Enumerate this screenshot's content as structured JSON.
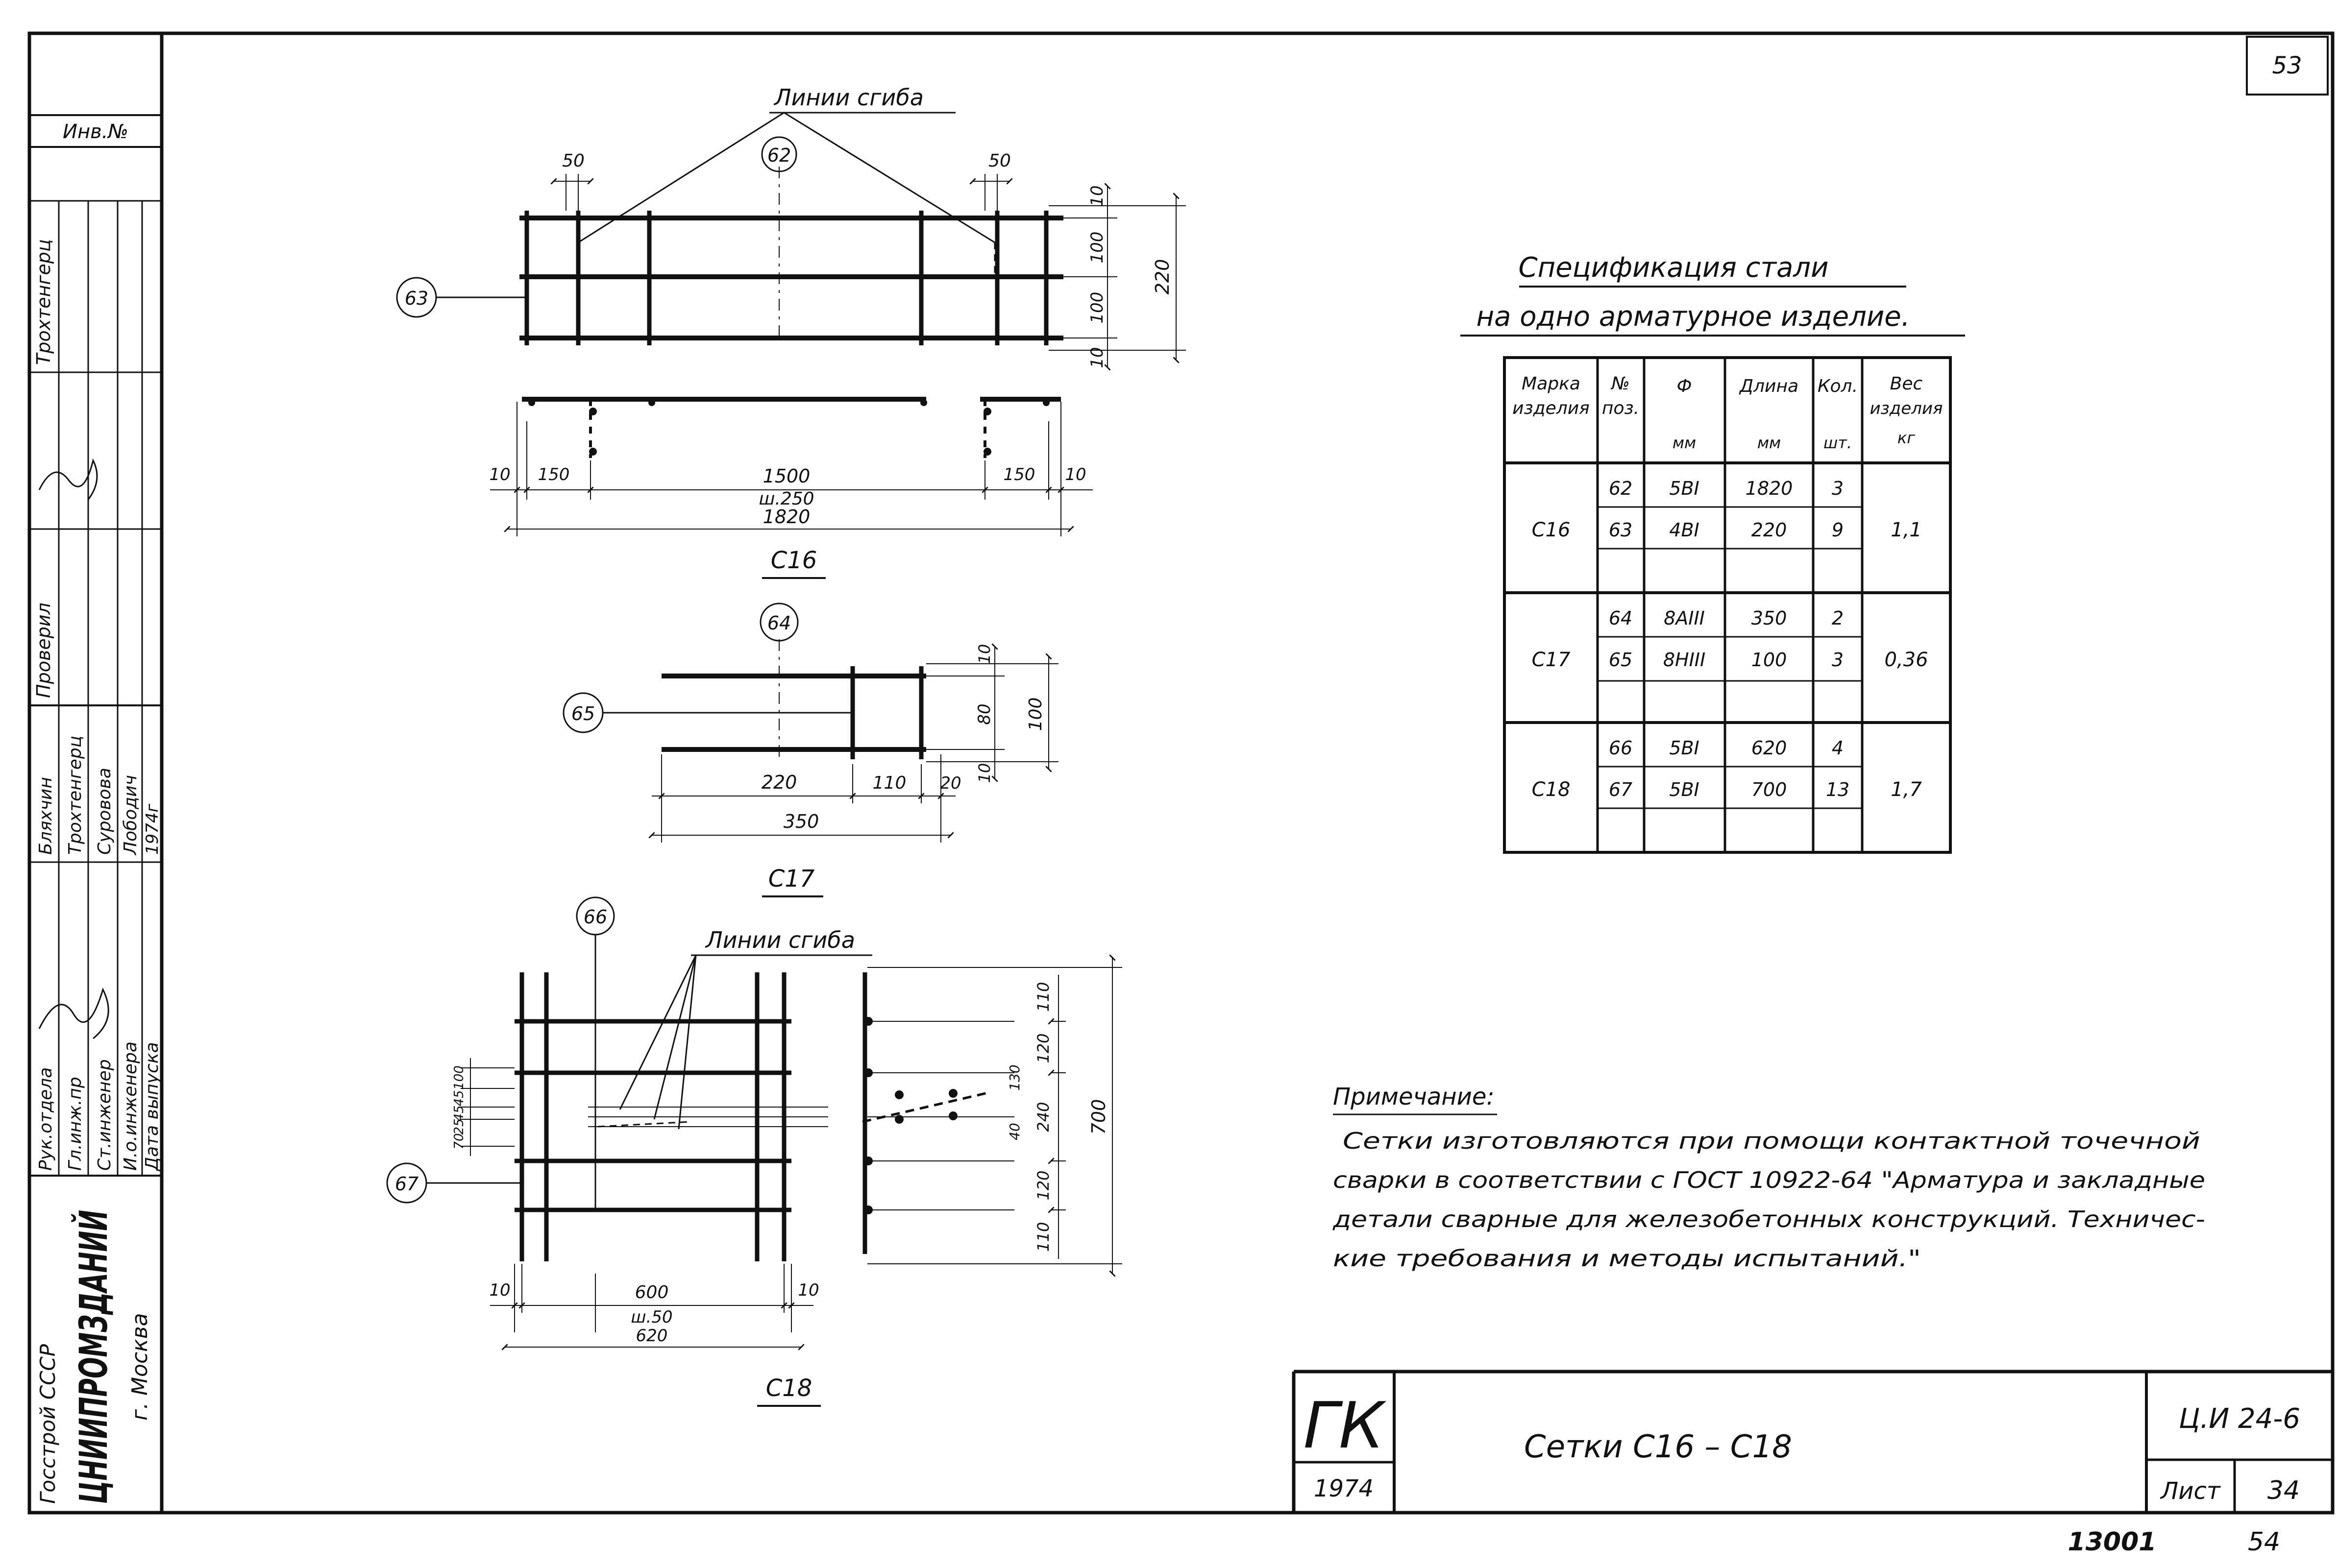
{
  "page_number": "53",
  "bottom_codes": {
    "left": "13001",
    "right": "54"
  },
  "side_stamp": {
    "inv_label": "Инв.№",
    "col_labels": [
      "Трохтенгерц",
      "Проверил"
    ],
    "roles": [
      "Рук.отдела",
      "Гл.инж.пр",
      "Ст.инженер",
      "И.о.инженера",
      "Дата выпуска"
    ],
    "names": [
      "Бляхчин",
      "Трохтенгерц",
      "Суровова",
      "Лободич"
    ],
    "date": "1974г",
    "org_line1": "Госстрой СССР",
    "org_line2": "ЦНИИПРОМЗДАНИЙ",
    "org_line3": "г. Москва"
  },
  "c16": {
    "title": "С16",
    "callout": "Линии сгиба",
    "pos_top": "62",
    "pos_left": "63",
    "dim_50_left": "50",
    "dim_50_right": "50",
    "dim_r_10a": "10",
    "dim_r_100a": "100",
    "dim_r_100b": "100",
    "dim_r_10b": "10",
    "dim_r_220": "220",
    "dim_b_10a": "10",
    "dim_b_150a": "150",
    "dim_b_1500": "1500",
    "dim_b_sh": "ш.250",
    "dim_b_150b": "150",
    "dim_b_10b": "10",
    "dim_b_1820": "1820"
  },
  "c17": {
    "title": "С17",
    "pos_top": "64",
    "pos_left": "65",
    "dim_r_10a": "10",
    "dim_r_80": "80",
    "dim_r_100": "100",
    "dim_r_10b": "10",
    "dim_b_220": "220",
    "dim_b_110": "110",
    "dim_b_20": "20",
    "dim_b_350": "350"
  },
  "c18": {
    "title": "С18",
    "callout": "Линии сгиба",
    "pos_top": "66",
    "pos_left": "67",
    "dim_l": [
      "100",
      "45",
      "45",
      "25",
      "70"
    ],
    "dim_b_10a": "10",
    "dim_b_600": "600",
    "dim_b_sh": "ш.50",
    "dim_b_620": "620",
    "dim_b_10b": "10",
    "dim_s": [
      "110",
      "120",
      "130",
      "240",
      "40",
      "120",
      "110"
    ],
    "dim_s_700": "700"
  },
  "spec": {
    "title_line1": "Спецификация стали",
    "title_line2": "на одно арматурное изделие.",
    "headers": [
      [
        "Марка",
        "изделия"
      ],
      [
        "№",
        "поз."
      ],
      [
        "Ф",
        "мм"
      ],
      [
        "Длина",
        "мм"
      ],
      [
        "Кол.",
        "шт."
      ],
      [
        "Вес",
        "изделия",
        "кг"
      ]
    ],
    "groups": [
      {
        "mark": "С16",
        "weight": "1,1",
        "rows": [
          [
            "62",
            "5ВI",
            "1820",
            "3"
          ],
          [
            "63",
            "4ВI",
            "220",
            "9"
          ]
        ]
      },
      {
        "mark": "С17",
        "weight": "0,36",
        "rows": [
          [
            "64",
            "8АIII",
            "350",
            "2"
          ],
          [
            "65",
            "8НIII",
            "100",
            "3"
          ]
        ]
      },
      {
        "mark": "С18",
        "weight": "1,7",
        "rows": [
          [
            "66",
            "5ВI",
            "620",
            "4"
          ],
          [
            "67",
            "5ВI",
            "700",
            "13"
          ]
        ]
      }
    ]
  },
  "note": {
    "title": "Примечание:",
    "lines": [
      "Сетки изготовляются при помощи контактной точечной",
      "сварки в соответствии с ГОСТ 10922-64 \"Арматура и закладные",
      "детали сварные для железобетонных конструкций. Техничес-",
      "кие требования и методы испытаний.\""
    ]
  },
  "title_block": {
    "code": "ГК",
    "year": "1974",
    "title": "Сетки С16 – С18",
    "series": "Ц.И 24-6",
    "sheet_label": "Лист",
    "sheet_no": "34"
  }
}
